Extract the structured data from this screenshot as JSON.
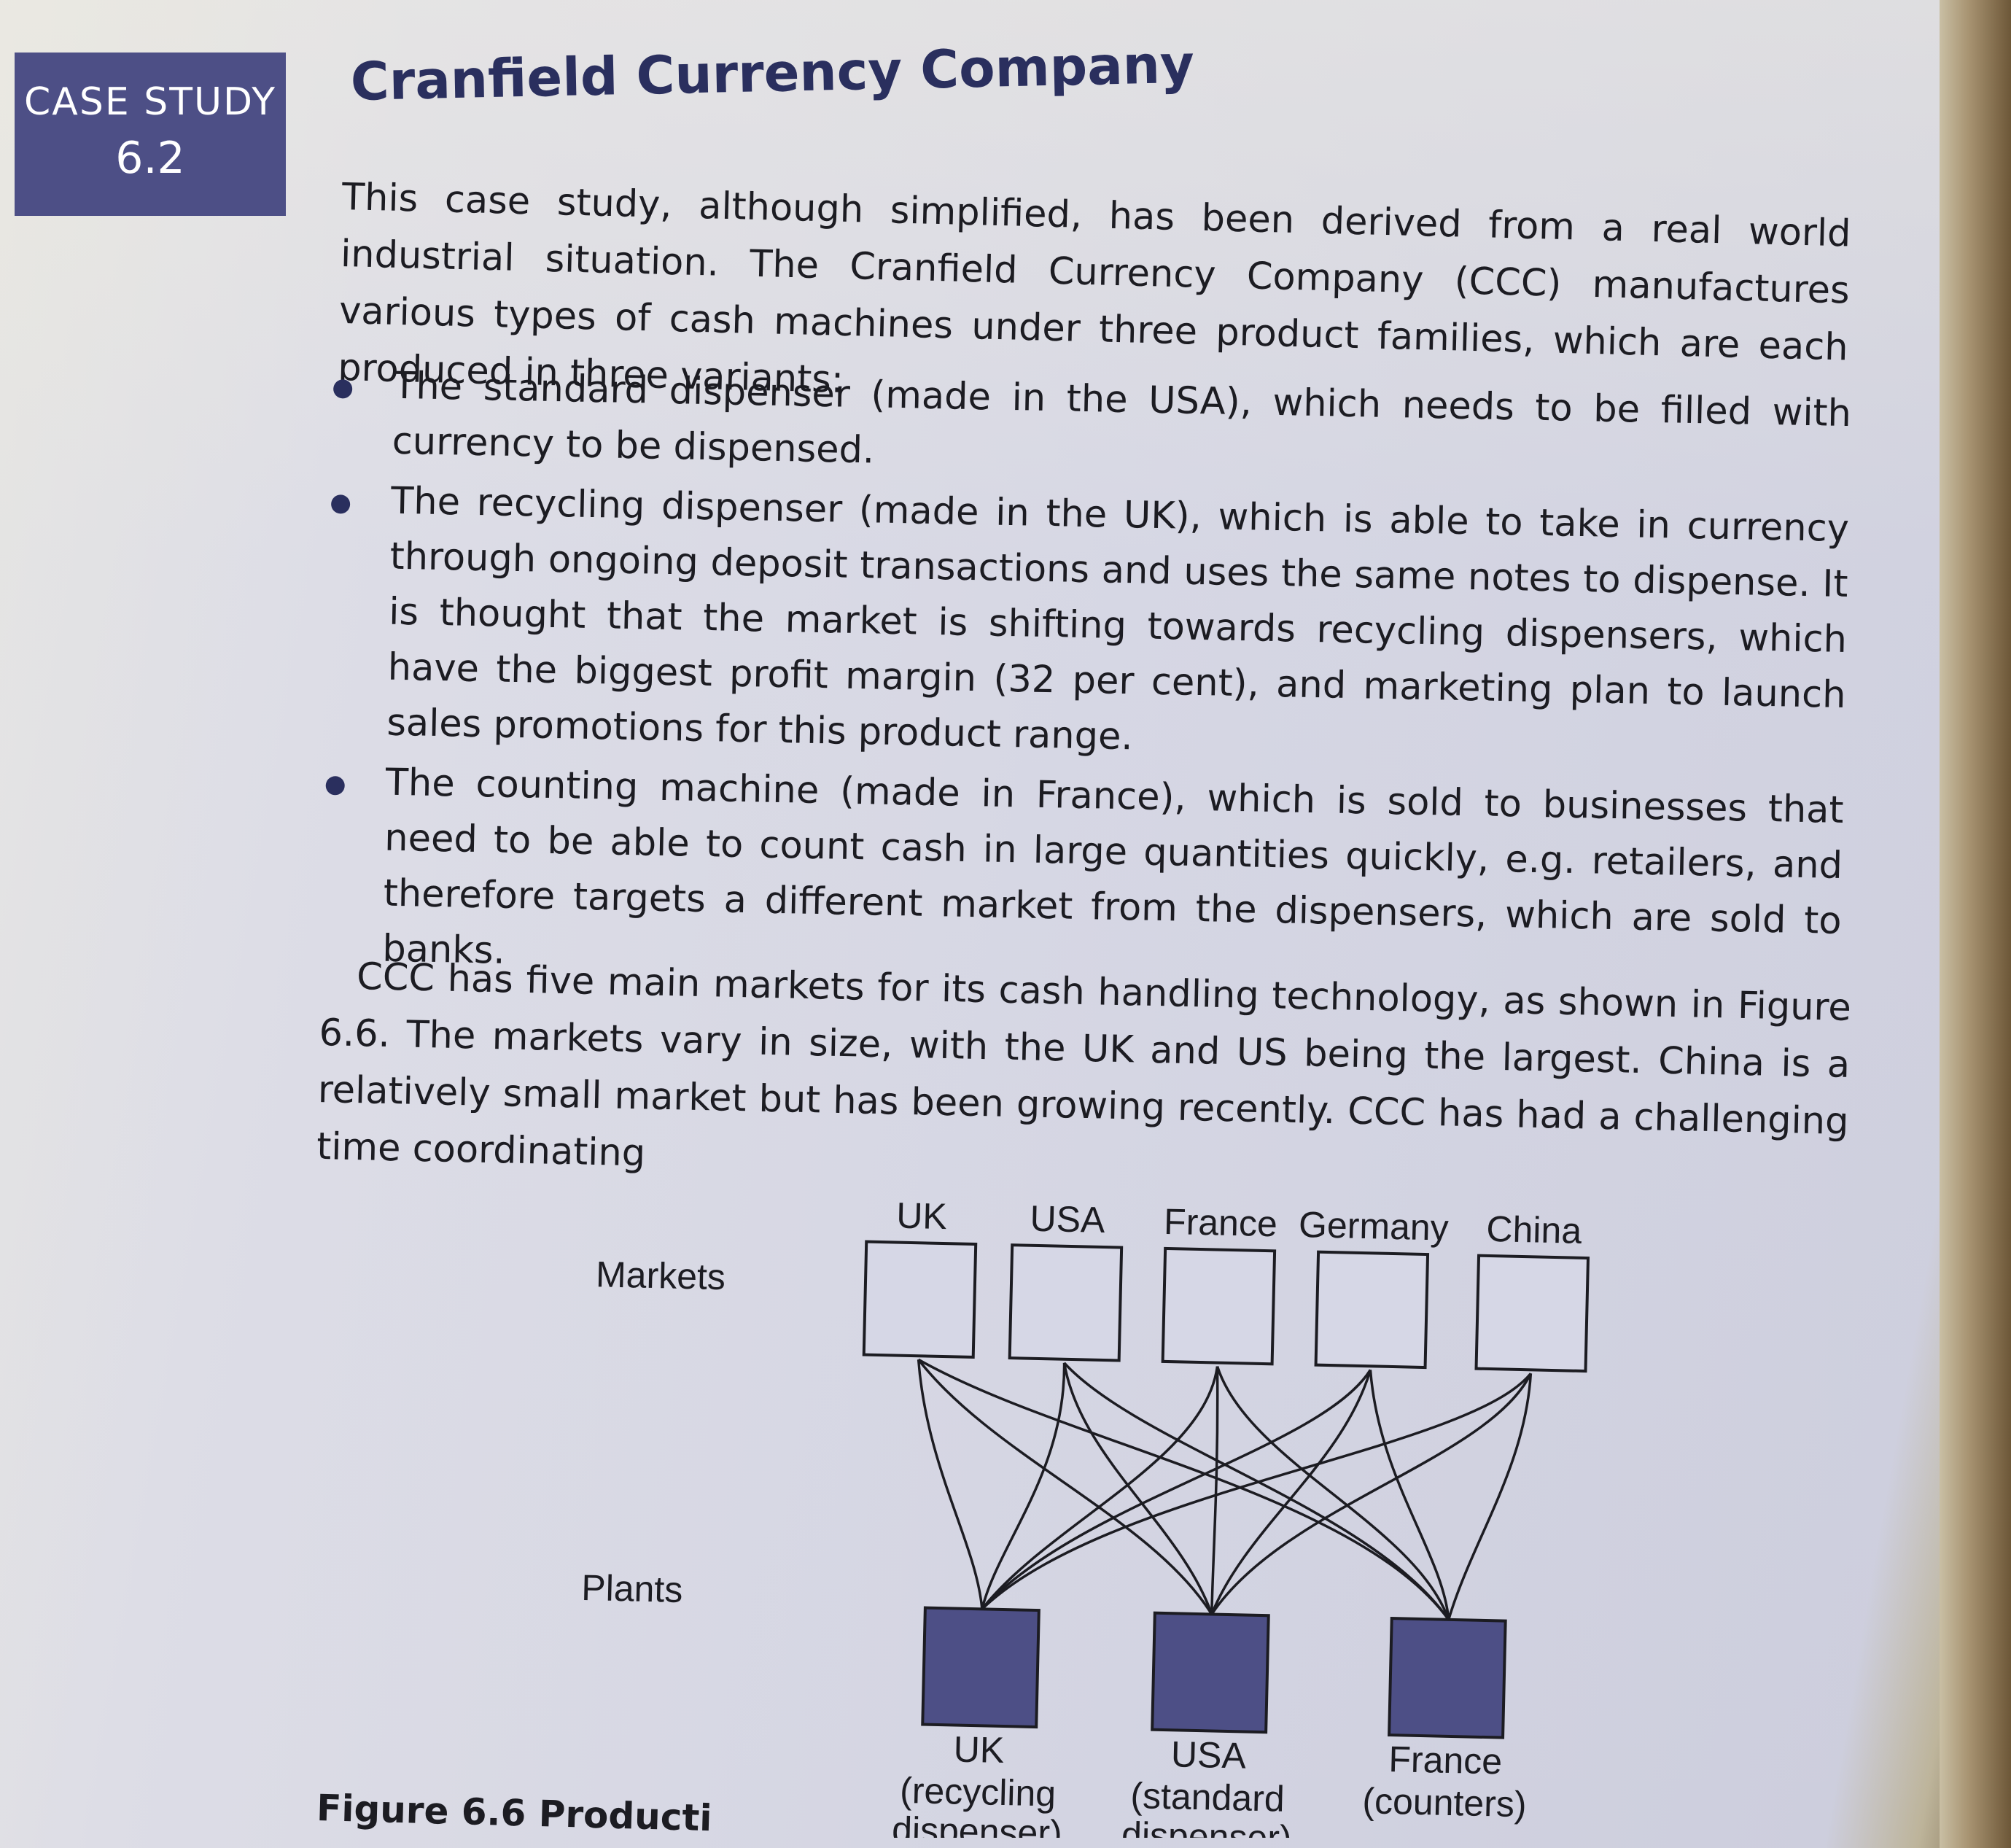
{
  "badge": {
    "label": "CASE STUDY",
    "number": "6.2"
  },
  "title": "Cranfield Currency Company",
  "intro": "This case study, although simplified, has been derived from a real world industrial situation. The Cranfield Currency Company (CCC) manufactures various types of cash machines under three product families, which are each produced in three variants:",
  "bullets": [
    "The standard dispenser (made in the USA), which needs to be filled with currency to be dispensed.",
    "The recycling dispenser (made in the UK), which is able to take in currency through ongoing deposit transactions and uses the same notes to dispense. It is thought that the market is shifting towards recycling dispensers, which have the biggest profit margin (32 per cent), and marketing plan to launch sales promotions for this product range.",
    "The counting machine (made in France), which is sold to businesses that need to be able to count cash in large quantities quickly, e.g. retailers, and therefore targets a different market from the dispensers, which are sold to banks."
  ],
  "markets_paragraph": "CCC has five main markets for its cash handling technology, as shown in Figure 6.6. The markets vary in size, with the UK and US being the largest. China is a relatively small market but has been growing recently. CCC has had a challenging time coordinating",
  "figure": {
    "markets_label": "Markets",
    "plants_label": "Plants",
    "markets": [
      "UK",
      "USA",
      "France",
      "Germany",
      "China"
    ],
    "plants": [
      {
        "line1": "UK",
        "line2": "(recycling",
        "line3": "dispenser)"
      },
      {
        "line1": "USA",
        "line2": "(standard",
        "line3": "dispenser)"
      },
      {
        "line1": "France",
        "line2": "(counters)",
        "line3": ""
      }
    ],
    "caption": "Figure 6.6 Producti"
  },
  "colors": {
    "accent": "#4d4f86",
    "plant_fill": "#4d4f86"
  }
}
